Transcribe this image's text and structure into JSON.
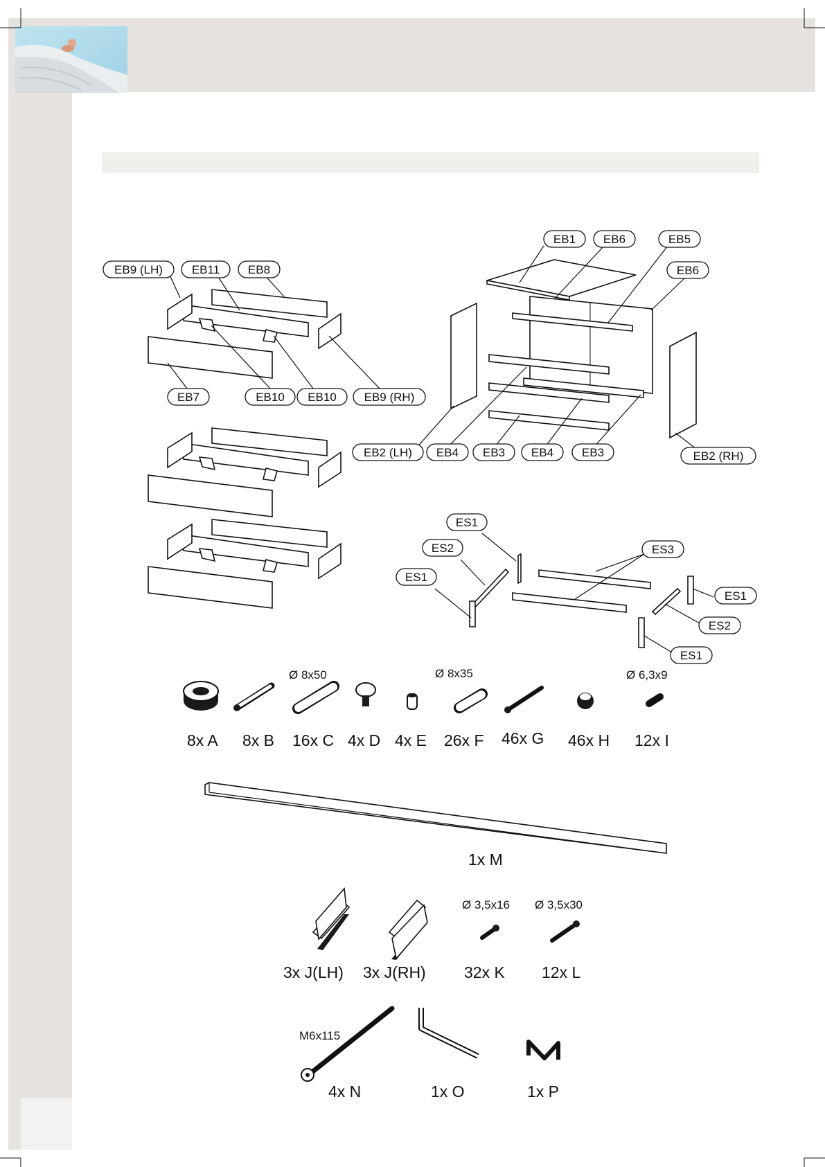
{
  "labels": {
    "eb9_lh": "EB9 (LH)",
    "eb11": "EB11",
    "eb8": "EB8",
    "eb7": "EB7",
    "eb10_a": "EB10",
    "eb10_b": "EB10",
    "eb9_rh": "EB9 (RH)",
    "eb1": "EB1",
    "eb6_a": "EB6",
    "eb5": "EB5",
    "eb6_b": "EB6",
    "eb2_lh": "EB2 (LH)",
    "eb4_a": "EB4",
    "eb3_a": "EB3",
    "eb4_b": "EB4",
    "eb3_b": "EB3",
    "eb2_rh": "EB2 (RH)",
    "es1_a": "ES1",
    "es2_a": "ES2",
    "es1_b": "ES1",
    "es3": "ES3",
    "es1_c": "ES1",
    "es2_b": "ES2",
    "es1_d": "ES1"
  },
  "dimensions": {
    "c": "Ø 8x50",
    "f": "Ø 8x35",
    "i": "Ø 6,3x9",
    "k": "Ø 3,5x16",
    "l": "Ø 3,5x30",
    "n": "M6x115"
  },
  "counts": {
    "a": "8x A",
    "b": "8x B",
    "c": "16x C",
    "d": "4x D",
    "e": "4x E",
    "f": "26x F",
    "g": "46x G",
    "h": "46x H",
    "i": "12x I",
    "m": "1x M",
    "j_lh": "3x J(LH)",
    "j_rh": "3x J(RH)",
    "k": "32x K",
    "l": "12x L",
    "n": "4x N",
    "o": "1x O",
    "p": "1x P"
  },
  "colors": {
    "band": "#e6e3df",
    "ink": "#111111"
  }
}
